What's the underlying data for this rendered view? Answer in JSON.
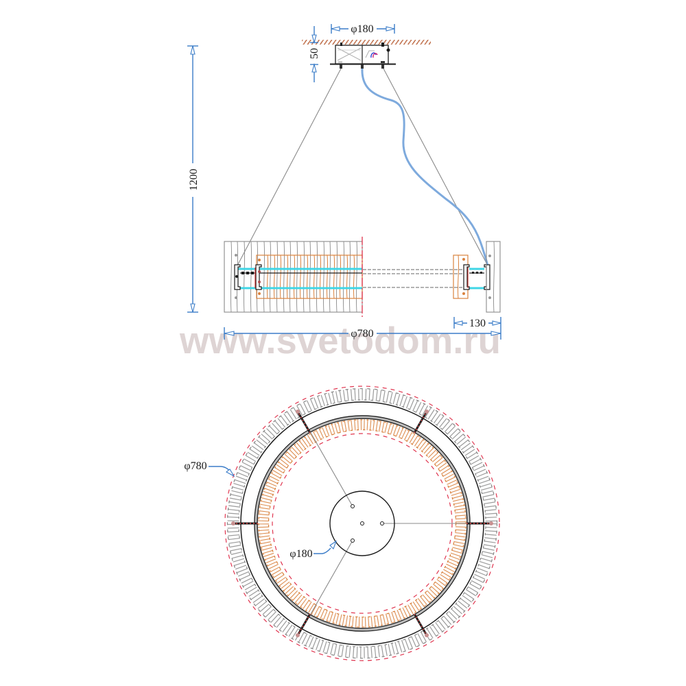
{
  "watermark": "www.svetodom.ru",
  "side_view": {
    "canopy_diameter_label": "φ180",
    "canopy_height_label": "50",
    "overall_height_label": "1200",
    "ring_diameter_label": "φ780",
    "ring_width_label": "130"
  },
  "top_view": {
    "ring_diameter_label": "φ780",
    "canopy_diameter_label": "φ180"
  },
  "dimensions_mm": {
    "canopy_diameter": 180,
    "canopy_height": 50,
    "overall_height": 1200,
    "ring_diameter": 780,
    "ring_width": 130
  },
  "colors": {
    "dimension": "#3a7cc8",
    "cut_line": "#e0354f",
    "inner_fringe": "#d9823e",
    "outer_fringe": "#8a8a8a",
    "led_strip": "#3fd6e6",
    "power_cable": "#7eaadd",
    "watermark": "#ded4d4"
  }
}
